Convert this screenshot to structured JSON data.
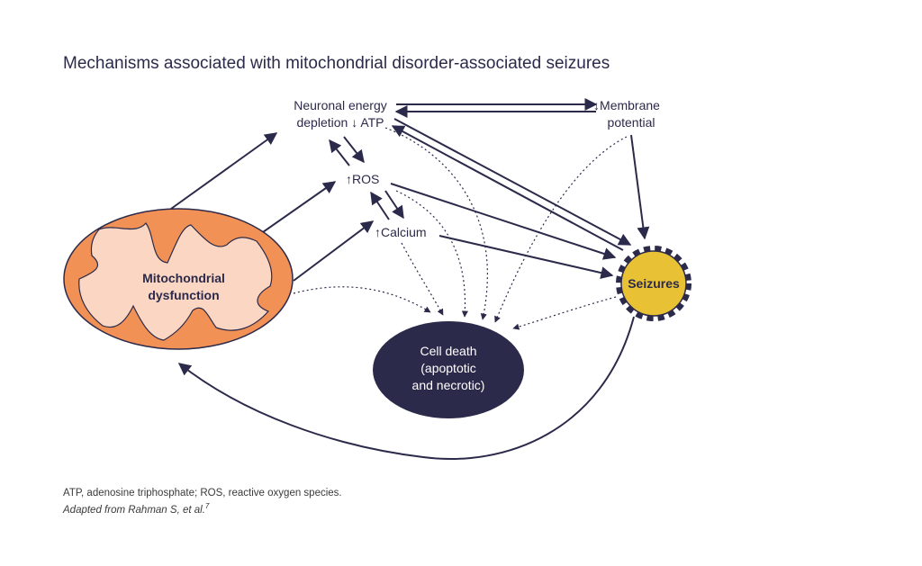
{
  "title": "Mechanisms associated with mitochondrial disorder-associated seizures",
  "nodes": {
    "energy": {
      "line1": "Neuronal energy",
      "line2": "depletion ↓ ATP"
    },
    "membrane": {
      "line1": "↓Membrane",
      "line2": "potential"
    },
    "ros": {
      "label": "↑ROS"
    },
    "calcium": {
      "label": "↑Calcium"
    },
    "mito": {
      "line1": "Mitochondrial",
      "line2": "dysfunction"
    },
    "seizures": {
      "label": "Seizures"
    },
    "cell_death": {
      "line1": "Cell death",
      "line2": "(apoptotic",
      "line3": "and necrotic)"
    }
  },
  "colors": {
    "navy": "#2c2a4a",
    "mito_outer": "#f29155",
    "mito_inner": "#fbd6c3",
    "seizure_fill": "#e8c234",
    "cell_death_fill": "#2c2a4a"
  },
  "footnotes": {
    "abbrev": "ATP, adenosine triphosphate; ROS, reactive oxygen species.",
    "source": "Adapted from Rahman S, et al.",
    "ref": "7"
  }
}
